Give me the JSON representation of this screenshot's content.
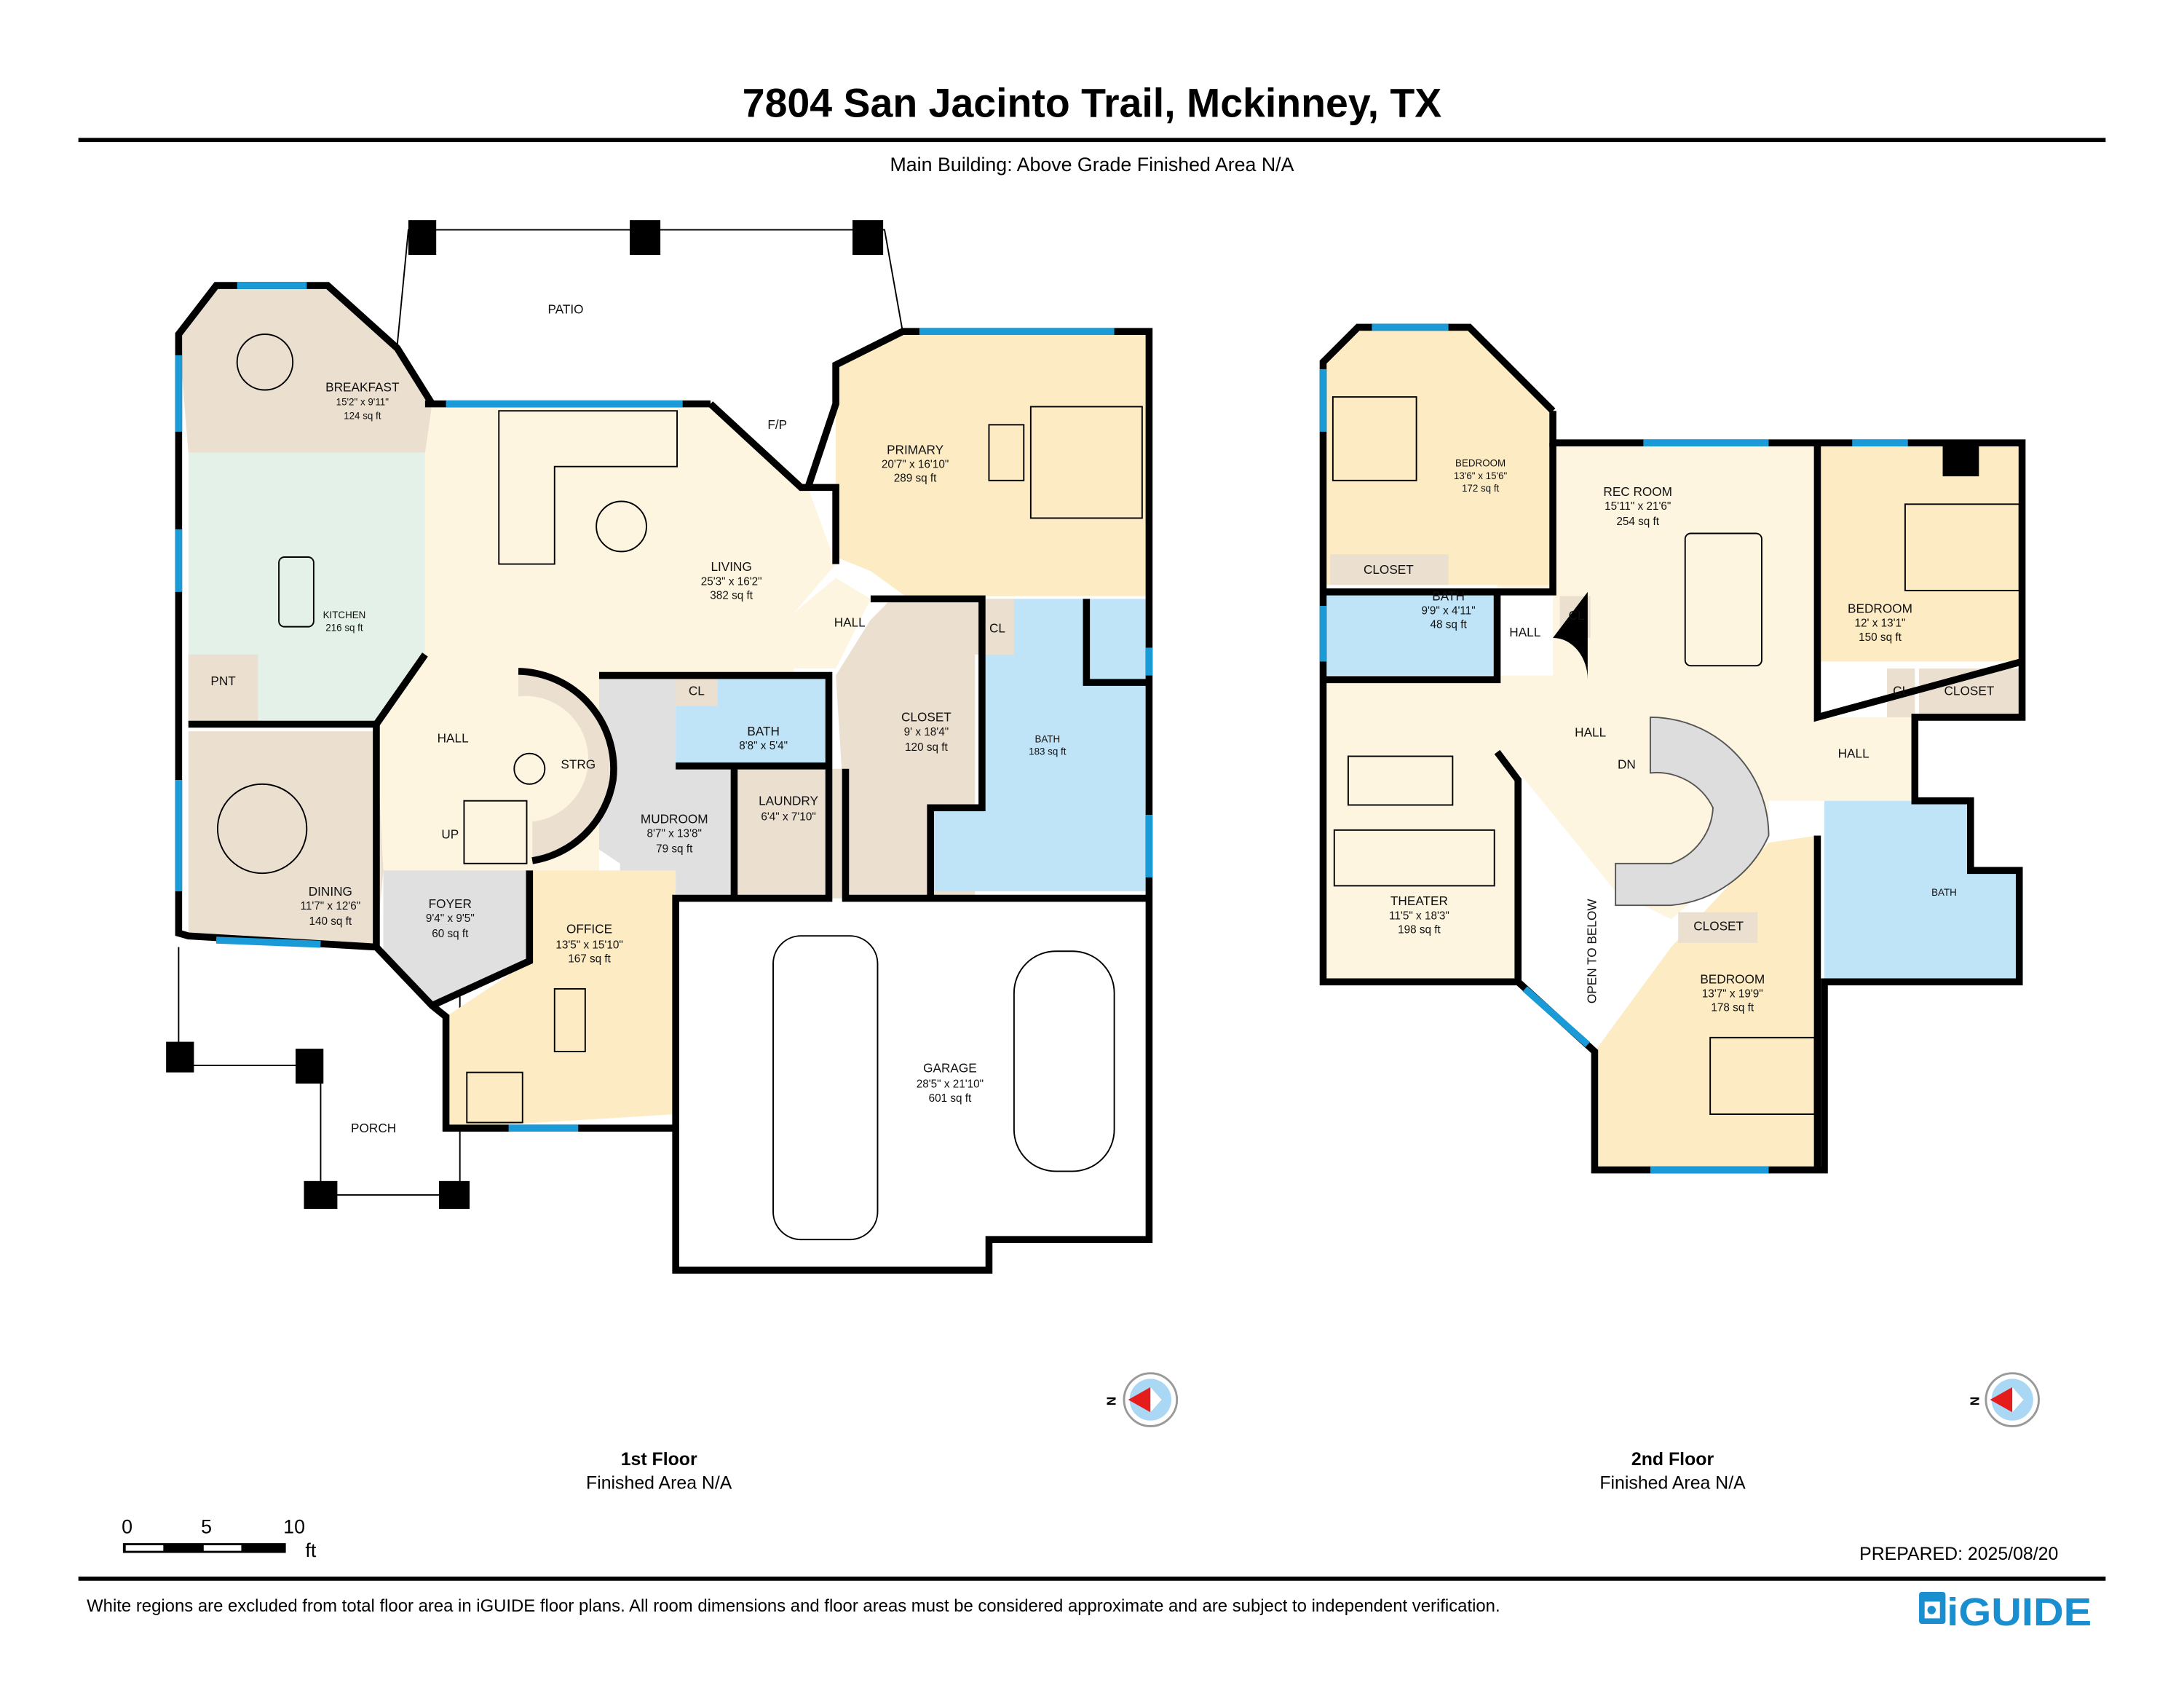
{
  "header": {
    "title": "7804 San Jacinto Trail, Mckinney, TX",
    "subtitle": "Main Building: Above Grade Finished Area N/A"
  },
  "floor1": {
    "label": "1st Floor",
    "area": "Finished Area N/A",
    "rooms": {
      "breakfast": {
        "name": "BREAKFAST",
        "dims": "15'2\" x 9'11\"",
        "area": "124 sq ft"
      },
      "kitchen": {
        "name": "KITCHEN",
        "area": "216 sq ft"
      },
      "living": {
        "name": "LIVING",
        "dims": "25'3\" x 16'2\"",
        "area": "382 sq ft"
      },
      "primary": {
        "name": "PRIMARY",
        "dims": "20'7\" x 16'10\"",
        "area": "289 sq ft"
      },
      "fp": {
        "name": "F/P"
      },
      "hall_a": {
        "name": "HALL"
      },
      "cl_a": {
        "name": "CL"
      },
      "cl_b": {
        "name": "CL"
      },
      "closet": {
        "name": "CLOSET",
        "dims": "9' x 18'4\"",
        "area": "120 sq ft"
      },
      "bath_primary": {
        "name": "BATH",
        "area": "183 sq ft"
      },
      "bath_half": {
        "name": "BATH",
        "dims": "8'8\" x 5'4\""
      },
      "laundry": {
        "name": "LAUNDRY",
        "dims": "6'4\" x 7'10\""
      },
      "mudroom": {
        "name": "MUDROOM",
        "dims": "8'7\" x 13'8\"",
        "area": "79 sq ft"
      },
      "strg": {
        "name": "STRG"
      },
      "hall_b": {
        "name": "HALL"
      },
      "up": {
        "name": "UP"
      },
      "pnt": {
        "name": "PNT"
      },
      "dining": {
        "name": "DINING",
        "dims": "11'7\" x 12'6\"",
        "area": "140 sq ft"
      },
      "foyer": {
        "name": "FOYER",
        "dims": "9'4\" x 9'5\"",
        "area": "60 sq ft"
      },
      "office": {
        "name": "OFFICE",
        "dims": "13'5\" x 15'10\"",
        "area": "167 sq ft"
      },
      "garage": {
        "name": "GARAGE",
        "dims": "28'5\" x 21'10\"",
        "area": "601 sq ft"
      },
      "patio": {
        "name": "PATIO"
      },
      "porch": {
        "name": "PORCH"
      }
    }
  },
  "floor2": {
    "label": "2nd Floor",
    "area": "Finished Area N/A",
    "rooms": {
      "bedroom_a": {
        "name": "BEDROOM",
        "dims": "13'6\" x 15'6\"",
        "area": "172 sq ft"
      },
      "closet_a": {
        "name": "CLOSET"
      },
      "bath_a": {
        "name": "BATH",
        "dims": "9'9\" x 4'11\"",
        "area": "48 sq ft"
      },
      "hall_a": {
        "name": "HALL"
      },
      "cl_a": {
        "name": "CL"
      },
      "rec": {
        "name": "REC ROOM",
        "dims": "15'11\" x 21'6\"",
        "area": "254 sq ft"
      },
      "bedroom_b": {
        "name": "BEDROOM",
        "dims": "12' x 13'1\"",
        "area": "150 sq ft"
      },
      "cl_b": {
        "name": "CL"
      },
      "closet_b": {
        "name": "CLOSET"
      },
      "hall_b": {
        "name": "HALL"
      },
      "dn": {
        "name": "DN"
      },
      "hall_c": {
        "name": "HALL"
      },
      "theater": {
        "name": "THEATER",
        "dims": "11'5\" x 18'3\"",
        "area": "198 sq ft"
      },
      "open": {
        "name": "OPEN TO BELOW"
      },
      "closet_c": {
        "name": "CLOSET"
      },
      "bedroom_c": {
        "name": "BEDROOM",
        "dims": "13'7\" x 19'9\"",
        "area": "178 sq ft"
      },
      "bath_b": {
        "name": "BATH"
      }
    }
  },
  "compass": {
    "north_label": "N"
  },
  "scale": {
    "ticks": [
      "0",
      "5",
      "10"
    ],
    "unit": "ft"
  },
  "prepared": "PREPARED: 2025/08/20",
  "footer": {
    "disclaimer": "White regions are excluded from total floor area in iGUIDE floor plans. All room dimensions and floor areas must be considered approximate and are subject to independent verification.",
    "logo": "iGUIDE"
  },
  "colors": {
    "window": "#1a9ad6",
    "logo": "#1a8fd0",
    "compass_arrow": "#e51c1c"
  }
}
